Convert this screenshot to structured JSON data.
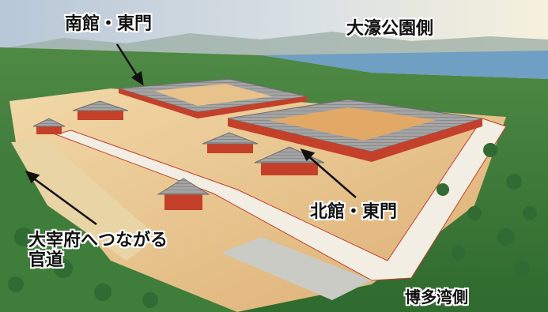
{
  "labels": {
    "south_gate": "南館・東門",
    "oohori_side": "大濠公園側",
    "north_gate": "北館・東門",
    "dazaifu_road_line1": "大宰府へつながる",
    "dazaifu_road_line2": "官道",
    "hakata_side": "博多湾側"
  },
  "colors": {
    "sky_top": "#b9cad8",
    "sky_glow": "#f4f0dc",
    "sea": "#6f9fc2",
    "forest": "#3f7a3a",
    "ground_sand": "#e8c48e",
    "wall_white": "#f3eee4",
    "pillar_red": "#c4402a",
    "roof_gray": "#9a9a9a"
  }
}
